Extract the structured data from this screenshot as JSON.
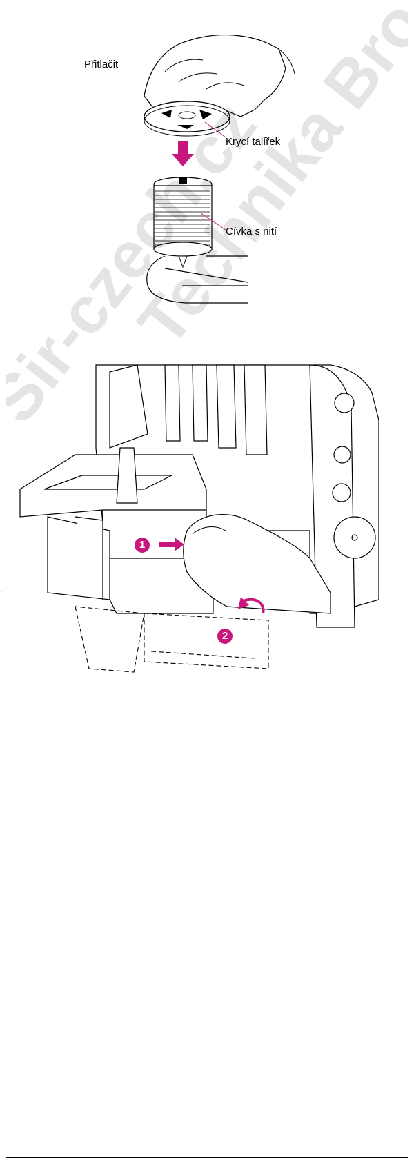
{
  "labels": {
    "press": "Přitlačit",
    "cover_disc": "Krycí talířek",
    "thread_spool": "Cívka s nití"
  },
  "steps": {
    "step1": "1",
    "step2": "2"
  },
  "watermark": {
    "line1": "Sir-czech.cz",
    "line2": "Technika Brother s.r.o."
  },
  "edge_mark": ":",
  "colors": {
    "accent": "#c8177c",
    "line": "#000000",
    "background": "#ffffff"
  }
}
